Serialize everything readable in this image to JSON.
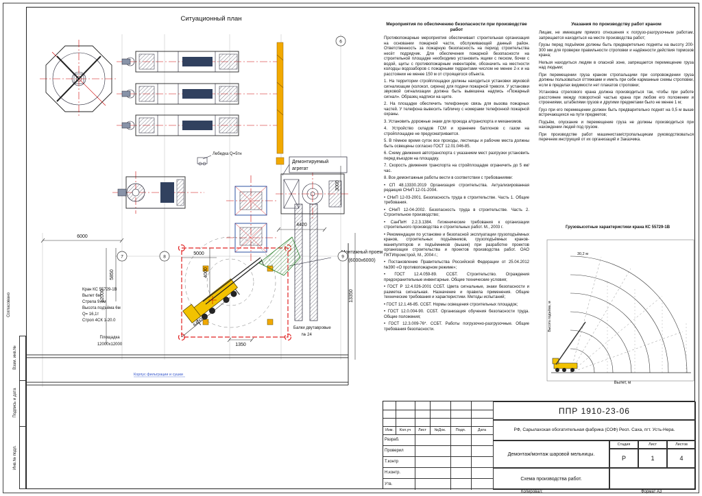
{
  "plan": {
    "title": "Ситуационный план",
    "labels": {
      "winch": "Лебедка Q=5тн",
      "dismantled_1": "Демонтируемый",
      "dismantled_2": "агрегат",
      "opening_1": "Монтажный проем",
      "opening_2": "(6000х6000)",
      "crane": [
        "Кран КС 55729-1В",
        "Вылет 6м",
        "Стрела 9,6м",
        "Высота подъёма 6м",
        "Q= 16,1т",
        "Строп 4СК 1-20.0"
      ],
      "platform_1": "Площадка",
      "platform_2": "12000х12000",
      "beams_1": "Балки двутавровые",
      "beams_2": "№ 24",
      "building": "Корпус фильтрации и сушки"
    },
    "dims": {
      "d6000": "6000",
      "d4420": "4420",
      "d3000": "3000",
      "d4000": "4000",
      "d5000": "5000",
      "d5850": "5850",
      "d12000": "12000",
      "d13350": "13350",
      "d1350": "1350",
      "d6400": "6400"
    },
    "grid": [
      "6",
      "7",
      "8",
      "9"
    ]
  },
  "safety": {
    "title": "Мероприятия по обеспечению безопасности при производстве работ",
    "paragraphs": [
      "Противопожарные мероприятия обеспечивает строительная организация на основании пожарной части, обслуживающей данный район. Ответственность за пожарную безопасность на период строительства несёт подрядчик. Для обеспечения пожарной безопасности на строительной площадке необходимо установить ящики с песком, бочки с водой, щиты с противопожарным инвентарём, обозначить на местности колодцы водозаборов с пожарными гидрантами числом не менее 2-х и на расстоянии не менее 150 м от строящегося объекта.",
      "1.  На территории стройплощадки должны находиться установки звуковой сигнализации (колокол, сирена) для подачи пожарной тревоги. У установки звуковой сигнализации должна быть вывешена надпись «Пожарный сигнал». Образец надписи на щите.",
      "2.  На площадке обеспечить телефонную связь для вызова пожарных частей. У телефона вывесить табличку с номерами телефонной пожарной охраны.",
      "3.  Установить дорожные знаки для проезда а/транспорта и механизмов.",
      "4.  Устройство складов ГСМ и хранение баллонов с газом на стройплощадке не предусматривается.",
      "5.  В тёмное время суток все проходы, лестницы и рабочие места должны быть освещены согласно ГОСТ 12.01.046-85.",
      "6.  Схему движения автотранспорта с указанием мест разгрузки установить перед въездом на площадку.",
      "7.  Скорость движения транспорта на стройплощадке ограничить до 5 км/час.",
      "8.  Все демонтажные работы вести в соответствии с требованиями:",
      "• СП 48.13330.2019 Организация строительства. Актуализированная редакция СНиП 12-01-2004.",
      "• СНиП 12-03-2001. Безопасность труда в строительстве. Часть 1. Общие требования.",
      "• СНиП 12-04-2002. Безопасность труда в строительстве. Часть 2. Строительное производство;",
      "• СанПиН 2.2.3.1384. Гигиенические требования к организации строительного производства и строительных работ. М., 2003 г.",
      "• Рекомендации по установке и безопасной эксплуатации грузоподъёмных кранов, строительных подъёмников, грузоподъёмных кранов-манипуляторов и подъёмников (вышек) при разработке проектов организации строительства и проектов производства работ. ОАО ПКТИпромстрой, М., 2004 г.;",
      "• Постановление Правительства Российской Федерации от 25.04.2012 №390 «О противопожарном режиме»;",
      "• ГОСТ 12.4.059-89. ССБТ. Строительство. Ограждения предохранительные инвентарные. Общие технические условия;",
      "• ГОСТ Р 12.4.026-2001 ССБТ. Цвета сигнальные, знаки безопасности и разметка сигнальная. Назначение и правила применения. Общие технические требования и характеристики. Методы испытаний;",
      "• ГОСТ 12.1.46-85. ССБТ. Нормы освещения строительных площадок;",
      "• ГОСТ 12.0.004-90. ССБТ. Организация обучения безопасности труда. Общие положения;",
      "• ГОСТ 12.3.009-76*. ССБТ. Работы погрузочно-разгрузочные. Общие требования безопасности."
    ]
  },
  "crane_notes": {
    "title": "Указания по производству работ краном",
    "paragraphs": [
      "Лицам, не имеющим прямого отношения к погрузо-разгрузочным работам, запрещается находиться на месте производства работ;",
      "Грузы перед подъёмом должны быть предварительно подняты на высоту 200-300 мм для проверки правильности строповки и надёжности действия тормозов крана;",
      "Нельзя находиться людям в опасной зоне, запрещается перемещение груза над людьми;",
      "При перемещении груза краном стропальщики при сопровождении груза должны пользоваться оттяжками и иметь при себе карманные схемы строповки, если в пределах видимости нет плакатов строповки;",
      "Установка стрелового крана должна производиться так, чтобы при работе расстояние между поворотной частью крана при любом его положении и строениями, штабелями грузов и другими предметами было не менее 1 м;",
      "Груз при его перемещении должен быть предварительно поднят на 0,5 м выше встречающихся на пути предметов;",
      "Подъём, опускание и перемещение груза не должны производиться при нахождении людей под грузом.",
      "При производстве работ машинистам/стропальщикам руководствоваться перечнем инструкций от их организаций и Заказчика."
    ]
  },
  "load_chart": {
    "title": "Грузовысотные характеристики крана КС 55729-1В",
    "xlabel": "Вылет, м",
    "ylabel": "Высота подъёма, м",
    "max_height_label": "30,2 м"
  },
  "title_block": {
    "code": "ППР 1910-23-06",
    "object": "РФ, Сарылахская обогатительная фабрика (СОФ) Респ. Саха, пгт. Усть-Нера.",
    "subject": "Демонтаж/монтаж шаровой мельницы.",
    "sheet_name": "Схема производства работ.",
    "cols": [
      "Изм.",
      "Кол.уч",
      "Лист",
      "№Док.",
      "Подп.",
      "Дата"
    ],
    "rows": [
      "Разраб.",
      "Проверил",
      "Т.контр",
      "Н.контр.",
      "Утв."
    ],
    "stage_label": "Стадия",
    "sheet_label": "Лист",
    "sheets_label": "Листов",
    "stage": "Р",
    "sheet": "1",
    "sheets": "4"
  },
  "margins": {
    "agreed": "Согласовано",
    "vzam": "Взам. инв.№",
    "sign": "Подпись и дата",
    "inv": "Инв.№ подл."
  },
  "footer": {
    "copied": "Копировал:",
    "format": "Формат А3"
  }
}
